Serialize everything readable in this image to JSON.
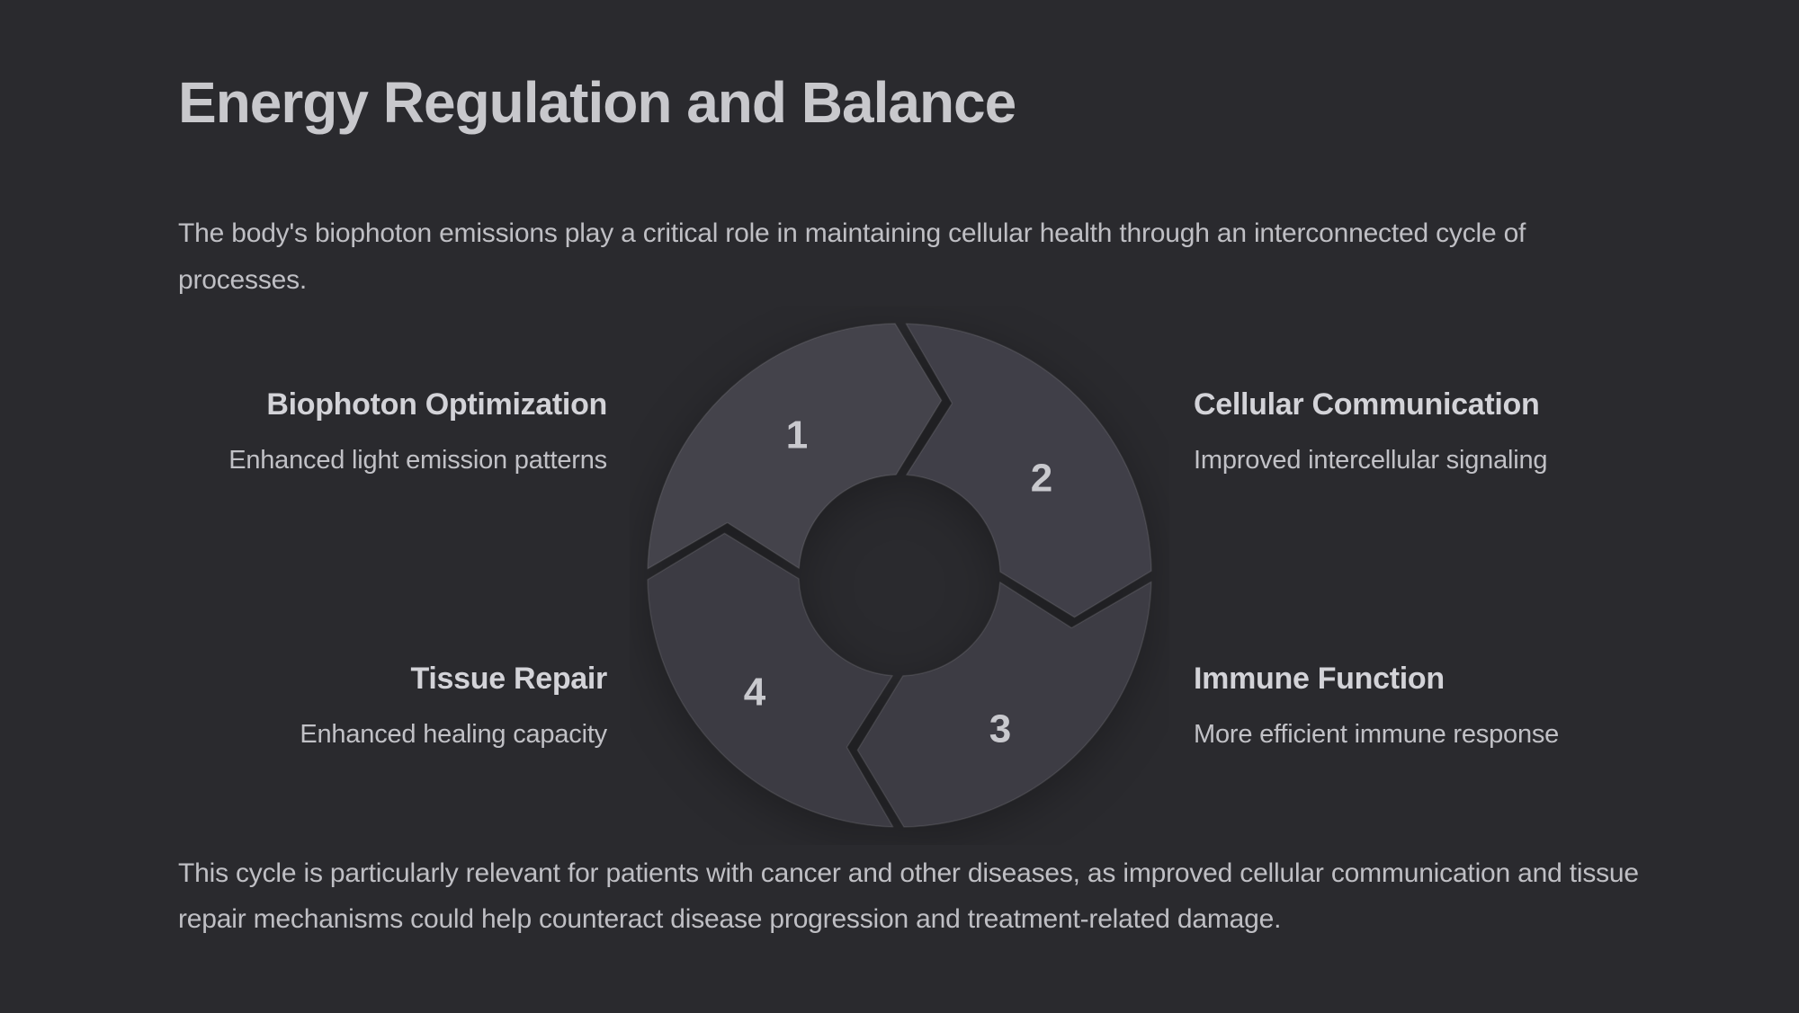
{
  "page": {
    "title": "Energy Regulation and Balance",
    "intro": "The body's biophoton emissions play a critical role in maintaining cellular health through an interconnected cycle of processes.",
    "footer": "This cycle is particularly relevant for patients with cancer and other diseases, as improved cellular communication and tissue repair mechanisms could help counteract disease progression and treatment-related damage."
  },
  "cycle": {
    "type": "circular-cycle-diagram",
    "direction": "clockwise",
    "steps": [
      {
        "number": "1",
        "title": "Biophoton Optimization",
        "description": "Enhanced light emission patterns",
        "position": "top-left"
      },
      {
        "number": "2",
        "title": "Cellular Communication",
        "description": "Improved intercellular signaling",
        "position": "top-right"
      },
      {
        "number": "3",
        "title": "Immune Function",
        "description": "More efficient immune response",
        "position": "bottom-right"
      },
      {
        "number": "4",
        "title": "Tissue Repair",
        "description": "Enhanced healing capacity",
        "position": "bottom-left"
      }
    ]
  },
  "colors": {
    "background": "#2a2a2e",
    "segment_1": "#44434b",
    "segment_2": "#403f48",
    "segment_3": "#3d3c44",
    "segment_4": "#3c3b43",
    "segment_border": "rgba(255,255,255,0.10)",
    "title_text": "#c8c8cc",
    "body_text": "#bfbfc4",
    "heading_text": "#d3d3d8",
    "number_text": "#c9c9ce"
  }
}
